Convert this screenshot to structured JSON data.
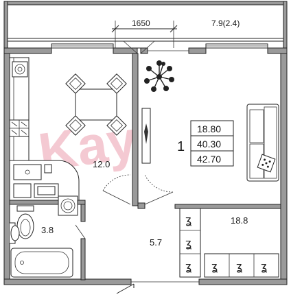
{
  "plan": {
    "balcony_dimension": "1650",
    "balcony_area": "7.9(2.4)",
    "room_count": "1",
    "areas_table": [
      "18.80",
      "40.30",
      "42.70"
    ],
    "rooms": {
      "kitchen": "12.0",
      "bathroom": "3.8",
      "hall": "5.7",
      "living": "18.8"
    },
    "watermark": "Kay",
    "colors": {
      "wall_fill": "#9a9a9a",
      "line": "#222222",
      "watermark": "#f4c9d2"
    }
  }
}
